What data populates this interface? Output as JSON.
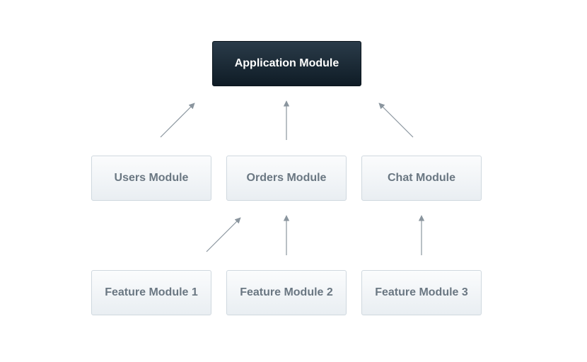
{
  "diagram": {
    "root": {
      "label": "Application Module"
    },
    "modules": [
      {
        "label": "Users Module"
      },
      {
        "label": "Orders Module"
      },
      {
        "label": "Chat Module"
      }
    ],
    "features": [
      {
        "label": "Feature Module 1"
      },
      {
        "label": "Feature Module 2"
      },
      {
        "label": "Feature Module 3"
      }
    ],
    "edges": [
      {
        "from": "Users Module",
        "to": "Application Module"
      },
      {
        "from": "Orders Module",
        "to": "Application Module"
      },
      {
        "from": "Chat Module",
        "to": "Application Module"
      },
      {
        "from": "Feature Module 1",
        "to": "Orders Module"
      },
      {
        "from": "Feature Module 2",
        "to": "Orders Module"
      },
      {
        "from": "Feature Module 3",
        "to": "Chat Module"
      }
    ],
    "colors": {
      "root_fill": "#1a2a37",
      "root_text": "#ffffff",
      "node_fill": "#f1f4f7",
      "node_border": "#cfd8df",
      "node_text": "#6a7782",
      "arrow": "#8a959e"
    }
  }
}
